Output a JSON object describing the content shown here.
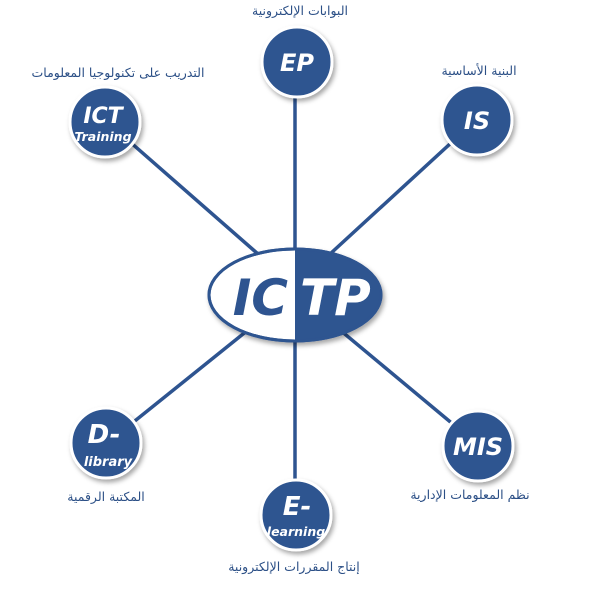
{
  "colors": {
    "node_fill": "#2e5490",
    "node_stroke": "#ffffff",
    "line": "#2e5490",
    "caption": "#2b4f86",
    "hub_left_text": "#2e5490",
    "hub_right_text": "#ffffff"
  },
  "hub": {
    "left": "IC",
    "right": "TP"
  },
  "nodes": {
    "ep": {
      "title": "EP",
      "subtitle": "",
      "caption": "البوابات الإلكترونية"
    },
    "ict": {
      "title": "ICT",
      "subtitle": "Training",
      "caption": "التدريب على تكنولوجيا المعلومات"
    },
    "is": {
      "title": "IS",
      "subtitle": "",
      "caption": "البنية الأساسية"
    },
    "dl": {
      "title": "D-",
      "subtitle": "library",
      "caption": "المكتبة الرقمية"
    },
    "el": {
      "title": "E-",
      "subtitle": "learning",
      "caption": "إنتاج المقررات الإلكترونية"
    },
    "mis": {
      "title": "MIS",
      "subtitle": "",
      "caption": "نظم المعلومات الإدارية"
    }
  }
}
